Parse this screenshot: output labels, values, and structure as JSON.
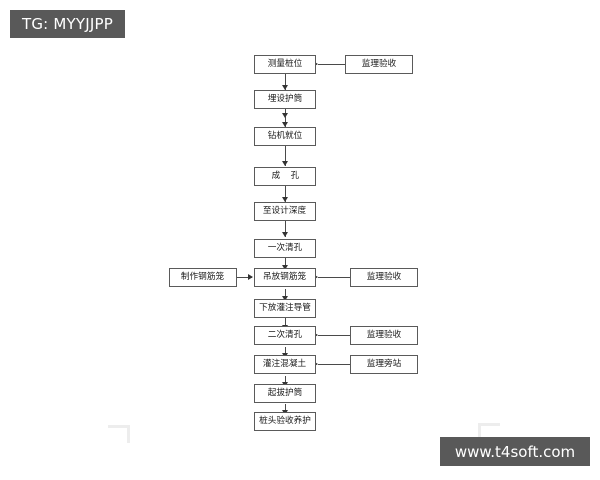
{
  "badge": {
    "text": "TG: MYYJJPP"
  },
  "watermark": {
    "text": "www.t4soft.com"
  },
  "flowchart": {
    "main_steps": [
      {
        "id": "measure-pile-position",
        "label": "测量桩位"
      },
      {
        "id": "embed-casing",
        "label": "埋设护筒"
      },
      {
        "id": "drill-rig-in-place",
        "label": "钻机就位"
      },
      {
        "id": "form-hole",
        "label": "成  孔"
      },
      {
        "id": "to-design-depth",
        "label": "至设计深度"
      },
      {
        "id": "first-hole-cleaning",
        "label": "一次清孔"
      },
      {
        "id": "lower-rebar-cage",
        "label": "吊放钢筋笼"
      },
      {
        "id": "lower-pouring-pipe",
        "label": "下放灌注导管"
      },
      {
        "id": "second-hole-cleaning",
        "label": "二次清孔"
      },
      {
        "id": "pour-concrete",
        "label": "灌注混凝土"
      },
      {
        "id": "pull-out-casing",
        "label": "起拔护筒"
      },
      {
        "id": "pile-head-acceptance-curing",
        "label": "桩头验收养护"
      }
    ],
    "side_steps": [
      {
        "id": "supervision-acceptance-1",
        "label": "监理验收"
      },
      {
        "id": "make-rebar-cage",
        "label": "制作钢筋笼"
      },
      {
        "id": "supervision-acceptance-2",
        "label": "监理验收"
      },
      {
        "id": "supervision-acceptance-3",
        "label": "监理验收"
      },
      {
        "id": "supervision-on-site",
        "label": "监理旁站"
      }
    ]
  }
}
